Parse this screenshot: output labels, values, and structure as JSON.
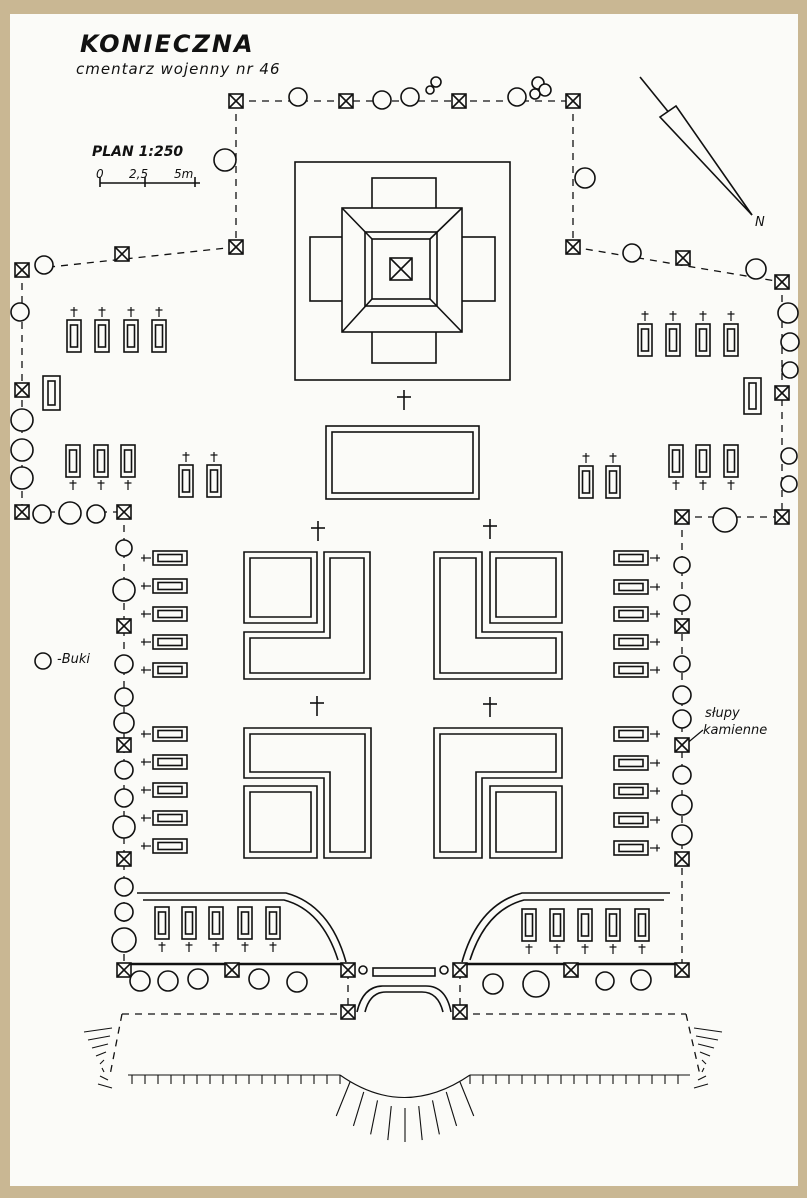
{
  "title": "KONIECZNA",
  "subtitle": "cmentarz wojenny nr 46",
  "scale": {
    "label": "PLAN 1:250",
    "ticks": [
      "0",
      "2,5",
      "5m"
    ]
  },
  "north_label": "N",
  "legend": {
    "trees_label": "-Buki",
    "pillars_label_line1": "słupy",
    "pillars_label_line2": "kamienne"
  },
  "colors": {
    "ink": "#111111",
    "paper": "#fbfbf8",
    "backing": "#c9b793"
  },
  "icons": {
    "tree": "circle (beech tree)",
    "pillar": "square with x (stone pillar)",
    "grave": "cross above rectangle",
    "north": "arrow"
  }
}
